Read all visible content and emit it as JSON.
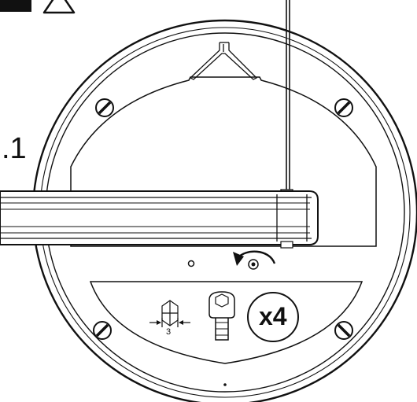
{
  "diagram": {
    "step_number": ".1",
    "tool_size": "3",
    "quantity": "x4",
    "icons": [
      "step-badge-icon",
      "warning-triangle-icon",
      "hex-key-icon",
      "socket-head-screw-icon",
      "rotate-counterclockwise-icon"
    ],
    "colors": {
      "ink": "#111111",
      "badge": "#111111",
      "background": "#ffffff"
    }
  }
}
